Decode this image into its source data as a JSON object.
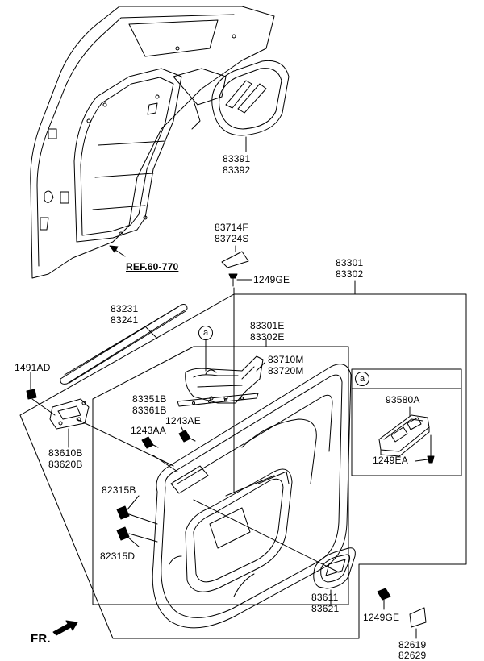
{
  "labels": {
    "p83391": "83391",
    "p83392": "83392",
    "ref": "REF.60-770",
    "p83714F": "83714F",
    "p83724S": "83724S",
    "p1249GE_top": "1249GE",
    "p83301": "83301",
    "p83302": "83302",
    "p83231": "83231",
    "p83241": "83241",
    "p83301E": "83301E",
    "p83302E": "83302E",
    "p83710M": "83710M",
    "p83720M": "83720M",
    "p1491AD": "1491AD",
    "p83351B": "83351B",
    "p83361B": "83361B",
    "p1243AE": "1243AE",
    "p1243AA": "1243AA",
    "p83610B": "83610B",
    "p83620B": "83620B",
    "p82315B": "82315B",
    "p82315D": "82315D",
    "p83611": "83611",
    "p83621": "83621",
    "p1249GE_bot": "1249GE",
    "p82619": "82619",
    "p82629": "82629",
    "p93580A": "93580A",
    "p1249EA": "1249EA",
    "fr": "FR.",
    "callout": "a"
  }
}
